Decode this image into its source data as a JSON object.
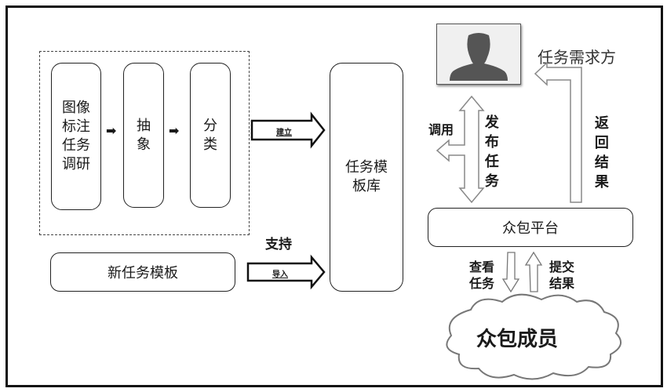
{
  "left_group": {
    "steps": [
      {
        "label": "图像标注任务调研"
      },
      {
        "label": "抽象"
      },
      {
        "label": "分类"
      }
    ],
    "arrow_glyph": "➡"
  },
  "arrows": {
    "build": "建立",
    "import": "导入",
    "support": "支持",
    "invoke": "调用",
    "publish_task": "发布任务",
    "return_result": "返回结果",
    "view_task": "查看任务",
    "submit_result": "提交结果"
  },
  "new_template": {
    "label": "新任务模板"
  },
  "template_library": {
    "label": "任务模板库"
  },
  "requester": {
    "label": "任务需求方",
    "icon": "user-silhouette-icon"
  },
  "platform": {
    "label": "众包平台"
  },
  "crowd": {
    "label": "众包成员"
  }
}
